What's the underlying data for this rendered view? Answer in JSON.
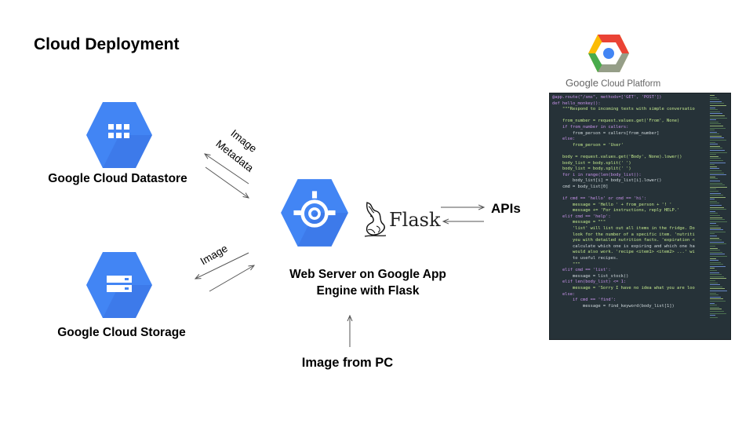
{
  "title": "Cloud Deployment",
  "nodes": {
    "datastore": "Google Cloud Datastore",
    "storage": "Google Cloud Storage",
    "web_server_line1": "Web Server on Google App",
    "web_server_line2": "Engine with Flask",
    "image_from_pc": "Image from PC",
    "apis": "APIs"
  },
  "edge_labels": {
    "image_metadata_line1": "Image",
    "image_metadata_line2": "Metadata",
    "image": "Image"
  },
  "flask_logo_text": "Flask",
  "gcp": {
    "brand": "Google",
    "product": "Cloud Platform"
  },
  "code_lines": [
    "@app.route(\"/sms\", methods=['GET', 'POST'])",
    "def hello_monkey():",
    "    \"\"\"Respond to incoming texts with simple conversatio",
    "",
    "    from_number = request.values.get('From', None)",
    "    if from_number in callers:",
    "        from_person = callers[from_number]",
    "    else:",
    "        from_person = 'User'",
    "",
    "    body = request.values.get('Body', None).lower()",
    "    body_list = body.split(' ')",
    "    body_list = body.split(' ')",
    "    for i in range(len(body_list)):",
    "        body_list[i] = body_list[i].lower()",
    "    cmd = body_list[0]",
    "",
    "    if cmd == 'hello' or cmd == 'hi':",
    "        message = 'Hello ' + from_person + '! '",
    "        message += 'For instructions, reply HELP.'",
    "    elif cmd == 'help':",
    "        message = \"\"\"",
    "        'list' will list out all items in the fridge. Do",
    "        look for the number of a specific item. 'nutriti",
    "        you with detailed nutrition facts. 'expiration <",
    "        calculate which one is expiring and which one ha",
    "        would also work. 'recipe <item1> <item2> ...' wi",
    "        to useful recipes.",
    "        \"\"\"",
    "    elif cmd == 'list':",
    "        message = list_stock()",
    "    elif len(body_list) <= 1:",
    "        message = 'Sorry I have no idea what you are loo",
    "    else:",
    "        if cmd == 'find':",
    "            message = find_keyword(body_list[1])"
  ],
  "colors": {
    "google_blue": "#4285f4",
    "hex_shadow": "#3367d6",
    "code_bg": "#263238",
    "gcp_red": "#ea4335",
    "gcp_yellow": "#fbbc05",
    "gcp_green": "#34a853"
  },
  "icons": [
    "datastore-icon",
    "storage-icon",
    "app-engine-icon",
    "flask-logo-icon",
    "gcp-logo-icon"
  ]
}
